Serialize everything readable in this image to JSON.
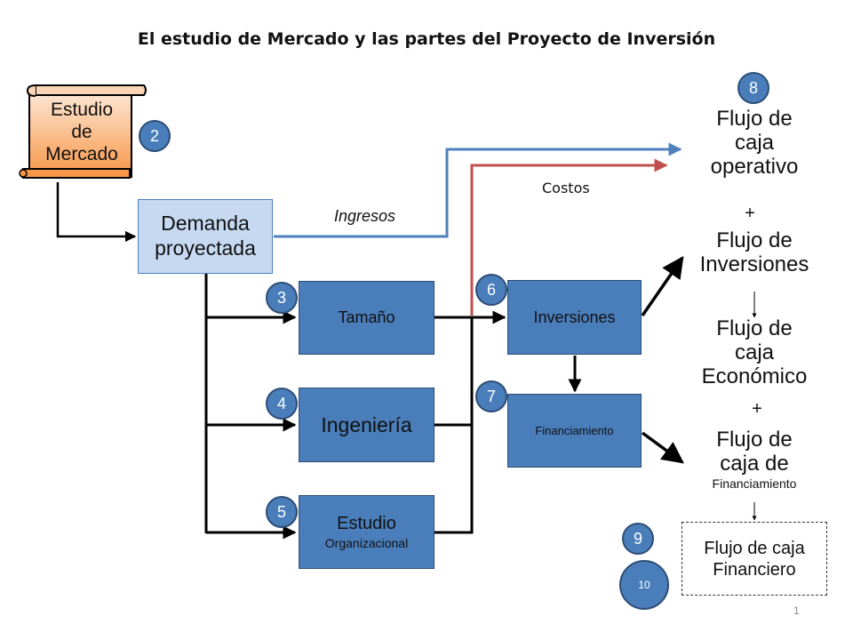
{
  "title": "El estudio de Mercado y las partes del Proyecto de Inversión",
  "nodes": {
    "estudio_mercado": [
      "Estudio",
      "de",
      "Mercado"
    ],
    "demanda": [
      "Demanda",
      "proyectada"
    ],
    "tamano": "Tamaño",
    "ingenieria": "Ingeniería",
    "estudio_org": [
      "Estudio",
      "Organizacional"
    ],
    "inversiones": "Inversiones",
    "financiamiento": "Financiamiento"
  },
  "labels": {
    "ingresos": "Ingresos",
    "costos": "Costos"
  },
  "right": {
    "flujo_operativo": [
      "Flujo de",
      "caja",
      "operativo"
    ],
    "plus1": "+",
    "flujo_inversiones": [
      "Flujo de",
      "Inversiones"
    ],
    "flujo_economico": [
      "Flujo de",
      "caja",
      "Económico"
    ],
    "plus2": "+",
    "flujo_financiamiento": [
      "Flujo de",
      "caja de"
    ],
    "financiamiento_small": "Financiamiento",
    "flujo_financiero": [
      "Flujo de caja",
      "Financiero"
    ]
  },
  "badges": {
    "b2": "2",
    "b3": "3",
    "b4": "4",
    "b5": "5",
    "b6": "6",
    "b7": "7",
    "b8": "8",
    "b9": "9",
    "b10": "10"
  },
  "slide_number": "1",
  "colors": {
    "box_blue": "#4a7ebb",
    "box_light": "#c6d9f1",
    "ingresos_line": "#4f81bd",
    "costos_line": "#c0504d",
    "scroll_gradient_top": "#fde9d9",
    "scroll_gradient_bottom": "#f79646"
  }
}
